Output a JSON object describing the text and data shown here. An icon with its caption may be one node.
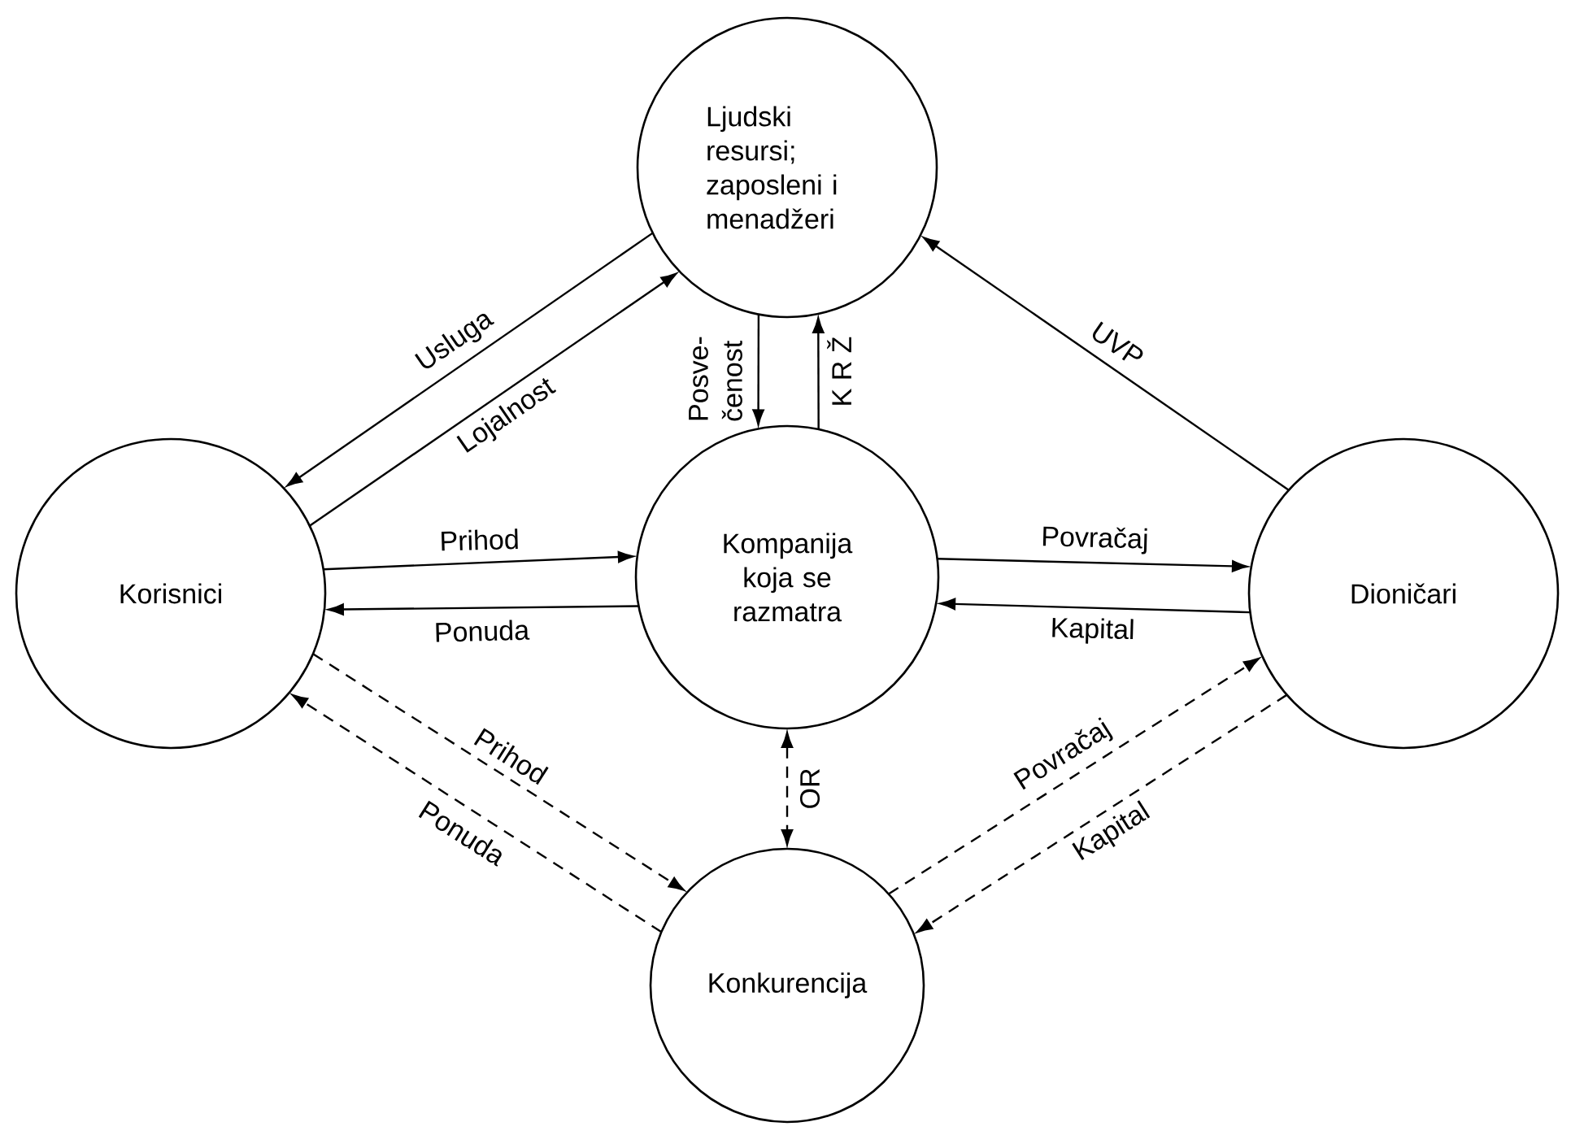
{
  "diagram": {
    "nodes": [
      {
        "text": [
          "Ljudski resursi; zaposleni i menadžeri"
        ]
      },
      {
        "text": [
          "Korisnici"
        ]
      },
      {
        "text": [
          "Kompanija koja se razmatra"
        ]
      },
      {
        "text": [
          "Dioničari"
        ]
      },
      {
        "text": [
          "Konkurencija"
        ]
      }
    ],
    "edges": [
      {
        "from": 0,
        "to": 1,
        "arrow": "to",
        "label": "Usluga"
      },
      {
        "from": 1,
        "to": 0,
        "arrow": "to",
        "label": "Lojalnost"
      },
      {
        "from": 0,
        "to": 2,
        "arrow": "to",
        "label": "Posve- čenost"
      },
      {
        "from": 2,
        "to": 0,
        "arrow": "to",
        "label": "K R Ž"
      },
      {
        "from": 3,
        "to": 0,
        "arrow": "to",
        "label": "UVP"
      },
      {
        "from": 1,
        "to": 2,
        "arrow": "to",
        "label": "Prihod"
      },
      {
        "from": 2,
        "to": 1,
        "arrow": "to",
        "label": "Ponuda"
      },
      {
        "from": 2,
        "to": 3,
        "arrow": "to",
        "label": "Povračaj"
      },
      {
        "from": 3,
        "to": 2,
        "arrow": "to",
        "label": "Kapital"
      },
      {
        "from": 1,
        "to": 4,
        "arrow": "to",
        "label": "Prihod",
        "style": "dashed"
      },
      {
        "from": 4,
        "to": 1,
        "arrow": "to",
        "label": "Ponuda",
        "style": "dashed"
      },
      {
        "from": 2,
        "to": 4,
        "arrow": "both",
        "label": "OR",
        "style": "dashed"
      },
      {
        "from": 4,
        "to": 3,
        "arrow": "to",
        "label": "Povračaj",
        "style": "dashed"
      },
      {
        "from": 3,
        "to": 4,
        "arrow": "to",
        "label": "Kapital",
        "style": "dashed"
      }
    ]
  }
}
